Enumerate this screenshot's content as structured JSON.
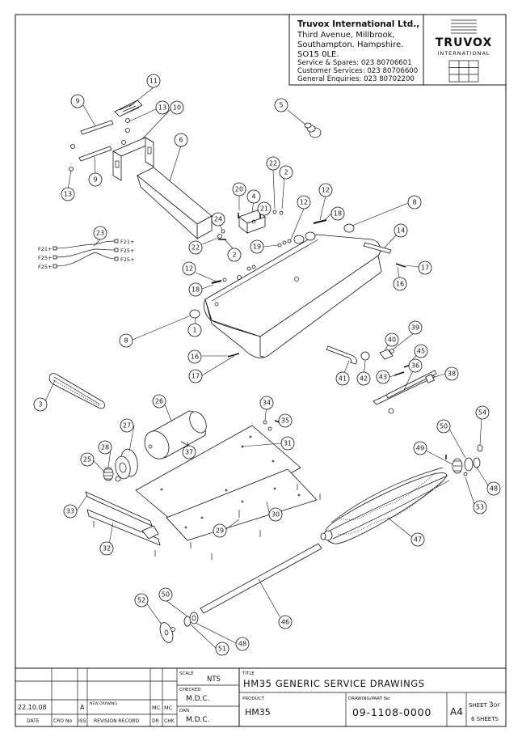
{
  "company": {
    "name": "Truvox International Ltd.,",
    "address_lines": [
      "Third Avenue, Millbrook,",
      "Southampton. Hampshire.",
      "SO15 0LE."
    ],
    "contacts": [
      "Service & Spares: 023 80706601",
      "Customer Services: 023 80706600",
      "General Enquiries: 023 80702200"
    ],
    "logo_text": "TRUVOX",
    "logo_subtext": "INTERNATIONAL"
  },
  "wire_labels": {
    "left": [
      "F21+",
      "F25+",
      "F25+"
    ],
    "right": [
      "F21+",
      "F25+",
      "F25+"
    ]
  },
  "callouts": [
    {
      "n": "11"
    },
    {
      "n": "9"
    },
    {
      "n": "13"
    },
    {
      "n": "10"
    },
    {
      "n": "13"
    },
    {
      "n": "9"
    },
    {
      "n": "5"
    },
    {
      "n": "6"
    },
    {
      "n": "22"
    },
    {
      "n": "2"
    },
    {
      "n": "20"
    },
    {
      "n": "4"
    },
    {
      "n": "21"
    },
    {
      "n": "24"
    },
    {
      "n": "12"
    },
    {
      "n": "12"
    },
    {
      "n": "8"
    },
    {
      "n": "23"
    },
    {
      "n": "18"
    },
    {
      "n": "22"
    },
    {
      "n": "2"
    },
    {
      "n": "19"
    },
    {
      "n": "14"
    },
    {
      "n": "12"
    },
    {
      "n": "17"
    },
    {
      "n": "18"
    },
    {
      "n": "16"
    },
    {
      "n": "1"
    },
    {
      "n": "8"
    },
    {
      "n": "39"
    },
    {
      "n": "40"
    },
    {
      "n": "45"
    },
    {
      "n": "16"
    },
    {
      "n": "17"
    },
    {
      "n": "41"
    },
    {
      "n": "42"
    },
    {
      "n": "43"
    },
    {
      "n": "36"
    },
    {
      "n": "38"
    },
    {
      "n": "3"
    },
    {
      "n": "26"
    },
    {
      "n": "34"
    },
    {
      "n": "35"
    },
    {
      "n": "37"
    },
    {
      "n": "31"
    },
    {
      "n": "54"
    },
    {
      "n": "27"
    },
    {
      "n": "50"
    },
    {
      "n": "28"
    },
    {
      "n": "25"
    },
    {
      "n": "49"
    },
    {
      "n": "48"
    },
    {
      "n": "33"
    },
    {
      "n": "30"
    },
    {
      "n": "53"
    },
    {
      "n": "29"
    },
    {
      "n": "47"
    },
    {
      "n": "32"
    },
    {
      "n": "52"
    },
    {
      "n": "50"
    },
    {
      "n": "46"
    },
    {
      "n": "51"
    },
    {
      "n": "48"
    }
  ],
  "title_block": {
    "scale_label": "SCALE",
    "scale_value": "NTS",
    "title_label": "TITLE",
    "title_value": "HM35 GENERIC SERVICE DRAWINGS",
    "checked_label": "CHECKED",
    "checked_value": "M.D.C.",
    "drn_label": "DRN",
    "drn_value": "M.D.C.",
    "product_label": "PRODUCT",
    "product_value": "HM35",
    "drawing_label": "DRAWING/PART No",
    "drawing_value": "09-1108-0000",
    "size": "A4",
    "sheet_label": "SHEET",
    "sheet_number": "3",
    "sheet_of": "OF",
    "sheet_total": "6 SHEETS",
    "revision": {
      "date": "22.10.08",
      "issue": "A",
      "record": "NEW DRAWING",
      "mc1": "MC",
      "mc2": "MC"
    },
    "headers": {
      "date": "DATE",
      "cro_no": "CRO No",
      "iss": "ISS",
      "revision_record": "REVISION RECORD",
      "dr": "DR",
      "chk": "CHK"
    }
  }
}
